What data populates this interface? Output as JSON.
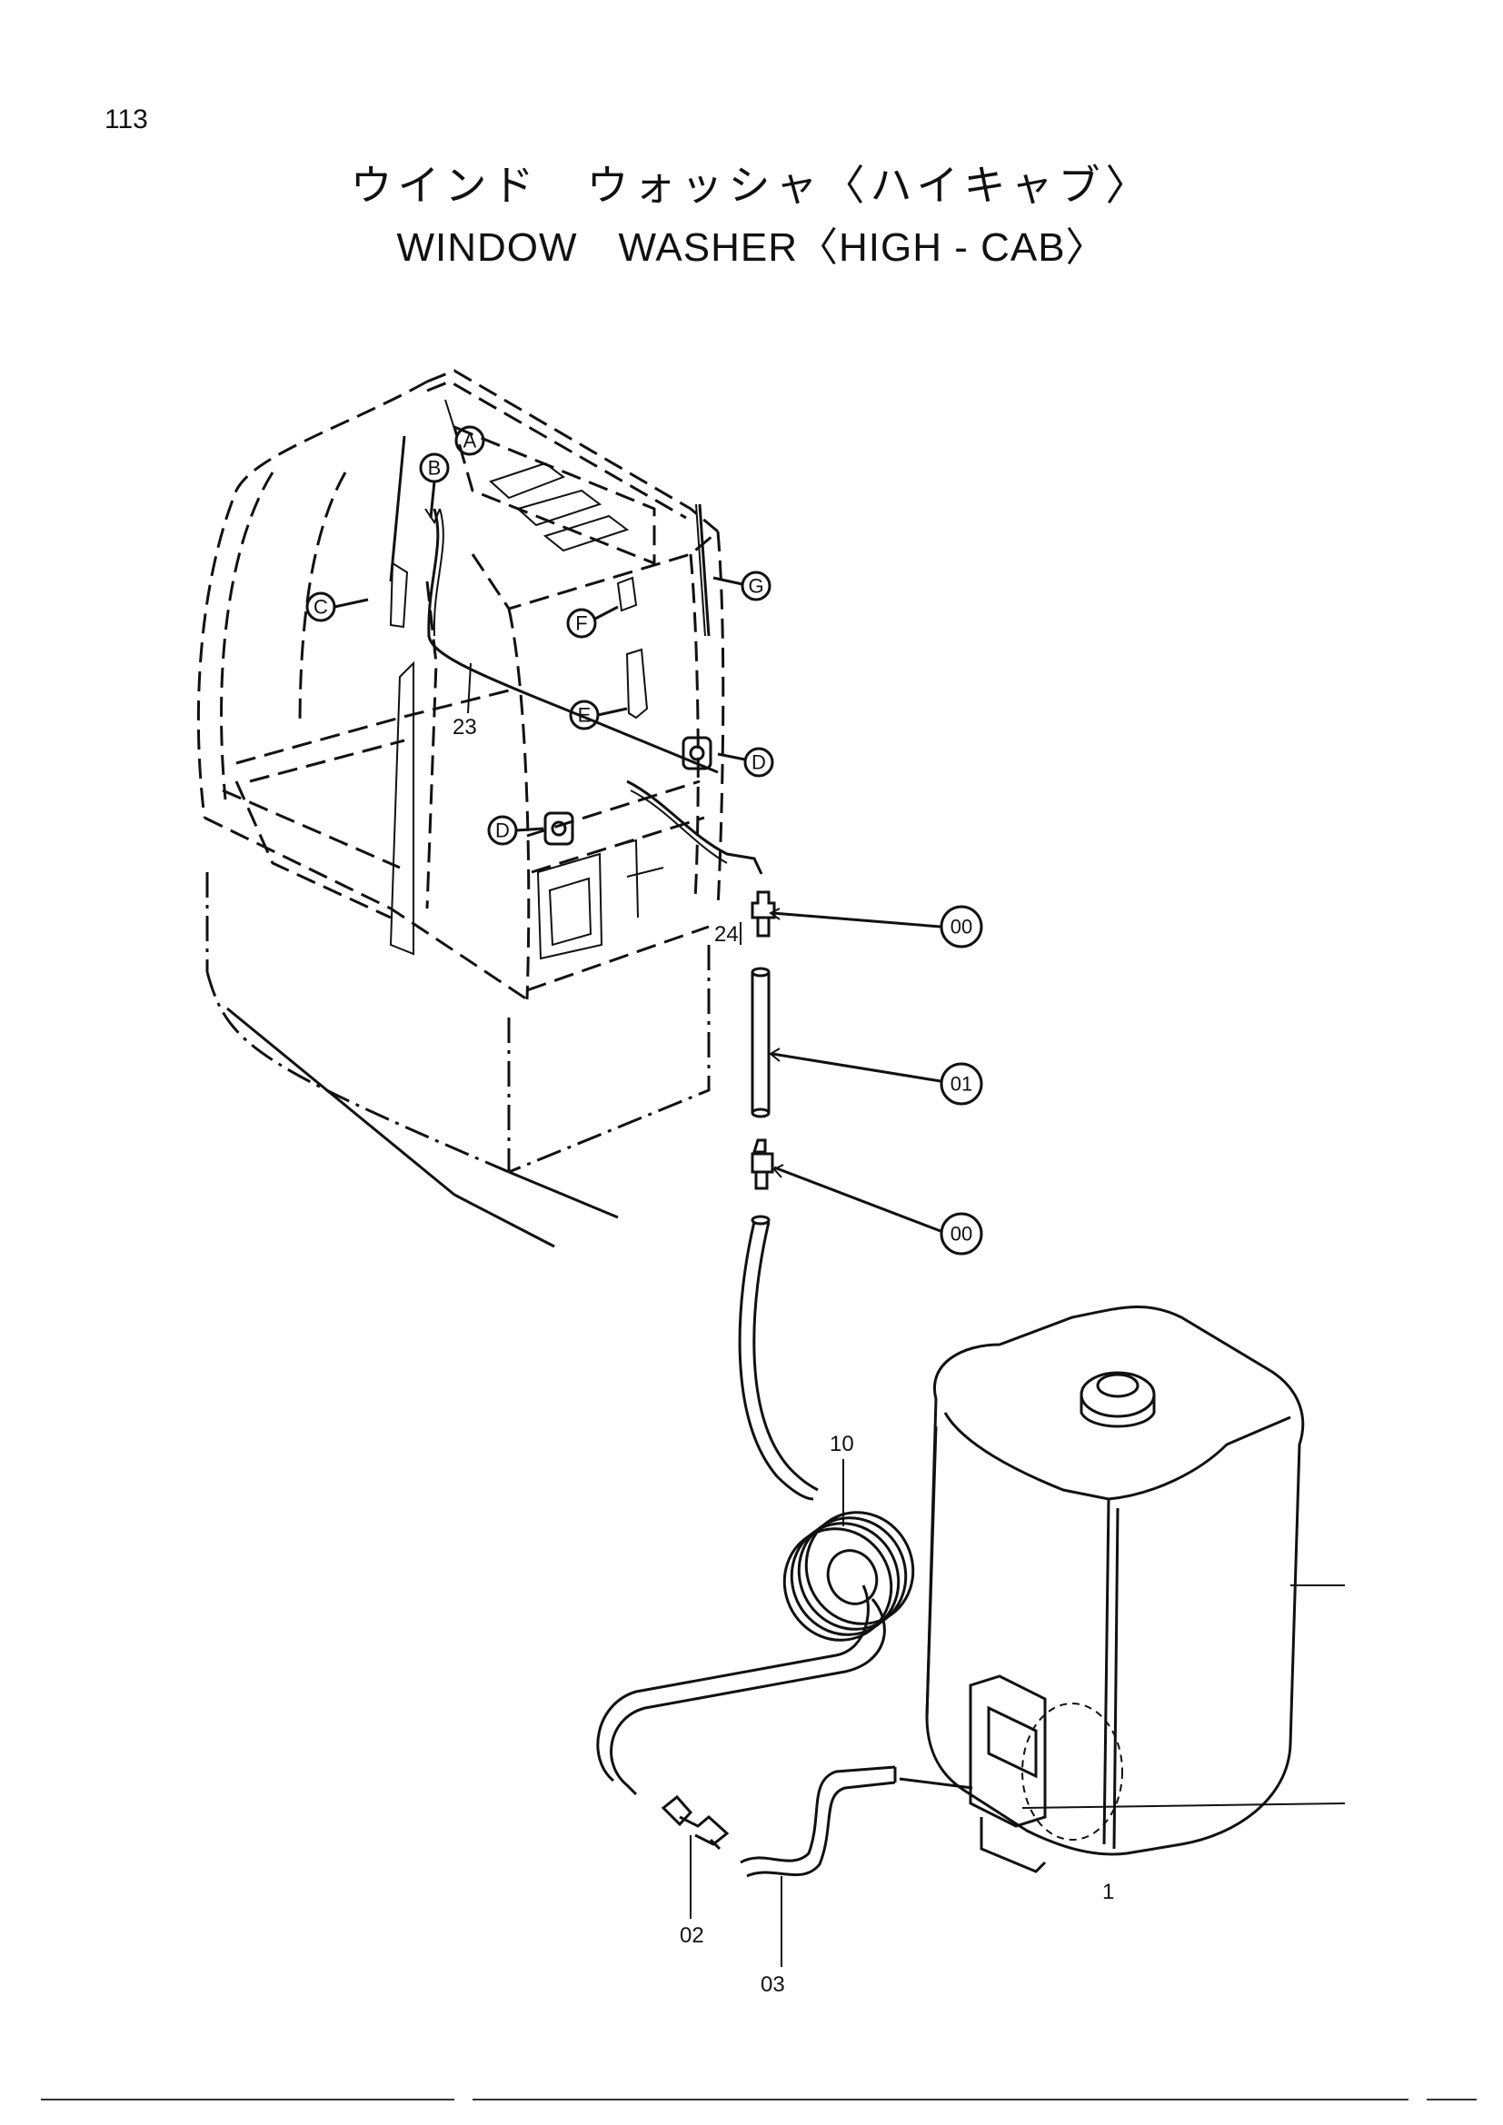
{
  "page": {
    "number": "113"
  },
  "title": {
    "japanese": "ウインド　ウォッシャ〈ハイキャブ〉",
    "english": "WINDOW　WASHER〈HIGH - CAB〉"
  },
  "callouts": {
    "A": "A",
    "B": "B",
    "C": "C",
    "D1": "D",
    "D2": "D",
    "E": "E",
    "F": "F",
    "G": "G"
  },
  "parts": {
    "p23": "23",
    "p24": "24",
    "p00a": "00",
    "p01": "01",
    "p00b": "00",
    "p10": "10",
    "p02": "02",
    "p03": "03",
    "p1": "1"
  }
}
